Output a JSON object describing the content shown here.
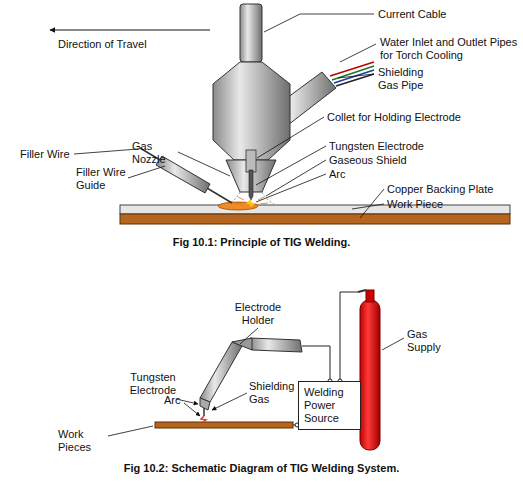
{
  "diagram": {
    "nodes": [
      {
        "text": [
          "Welding Power Source"
        ]
      }
    ],
    "edges": [],
    "labels": [
      "Direction of Travel",
      "Current Cable",
      "Water Inlet and Outlet Pipes for Torch Cooling",
      "Shielding Gas Pipe",
      "Gas Nozzle",
      "Collet for Holding Electrode",
      "Filler Wire",
      "Filler Wire Guide",
      "Tungsten Electrode",
      "Gaseous Shield",
      "Arc",
      "Copper Backing Plate",
      "Work Piece",
      "Fig 10.1: Principle of TIG Welding.",
      "Electrode Holder",
      "Gas Supply",
      "Tungsten Electrode",
      "Shielding Gas",
      "Arc",
      "Work Pieces",
      "Fig 10.2: Schematic Diagram of TIG Welding System."
    ]
  }
}
